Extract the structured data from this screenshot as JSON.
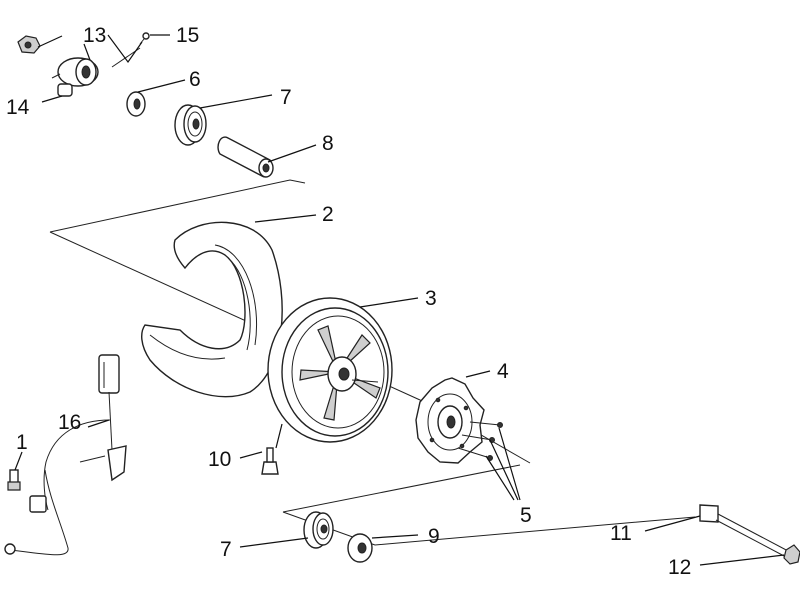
{
  "diagram": {
    "labels": [
      "1",
      "2",
      "3",
      "4",
      "5",
      "6",
      "7",
      "7",
      "8",
      "9",
      "10",
      "11",
      "12",
      "13",
      "14",
      "15",
      "16"
    ]
  }
}
